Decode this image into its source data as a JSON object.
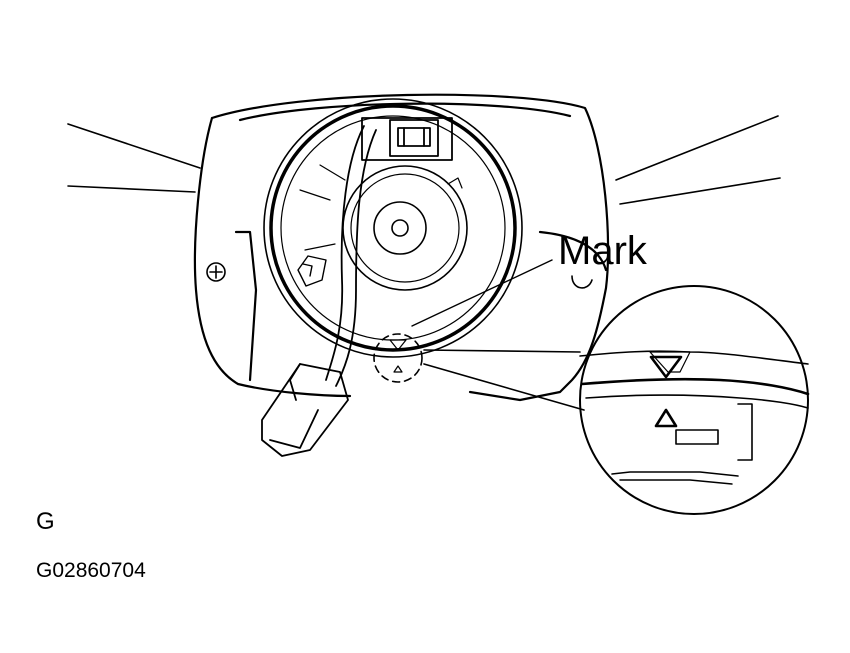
{
  "labels": {
    "mark": "Mark",
    "letter": "G",
    "figure_code": "G02860704"
  },
  "colors": {
    "line": "#000000",
    "background": "#ffffff"
  }
}
